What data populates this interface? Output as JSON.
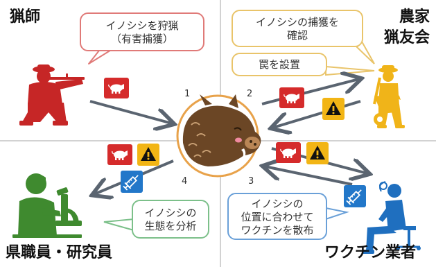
{
  "roles": {
    "hunter": "猟師",
    "farmer_line1": "農家",
    "farmer_line2": "猟友会",
    "researcher": "県職員・研究員",
    "vaccinator": "ワクチン業者"
  },
  "bubbles": {
    "hunter_line1": "イノシシを狩猟",
    "hunter_line2": "（有害捕獲）",
    "farmer_a_line1": "イノシシの捕獲を",
    "farmer_a_line2": "確認",
    "farmer_b": "罠を設置",
    "researcher_line1": "イノシシの",
    "researcher_line2": "生態を分析",
    "vaccinator_line1": "イノシシの",
    "vaccinator_line2": "位置に合わせて",
    "vaccinator_line3": "ワクチンを散布"
  },
  "step_numbers": [
    "1",
    "2",
    "3",
    "4"
  ],
  "icons": [
    "pig-icon",
    "warning-icon",
    "vaccine-icon",
    "boar-icon"
  ],
  "colors": {
    "hunter": "#c62626",
    "farmer": "#f0b419",
    "researcher": "#3f8a2f",
    "vaccinator": "#1f6fbf",
    "arrow": "#5a6470",
    "pig_icon_bg": "#d52b2b",
    "warning_icon_bg": "#f2b515",
    "vaccine_icon_bg": "#2277c9"
  }
}
